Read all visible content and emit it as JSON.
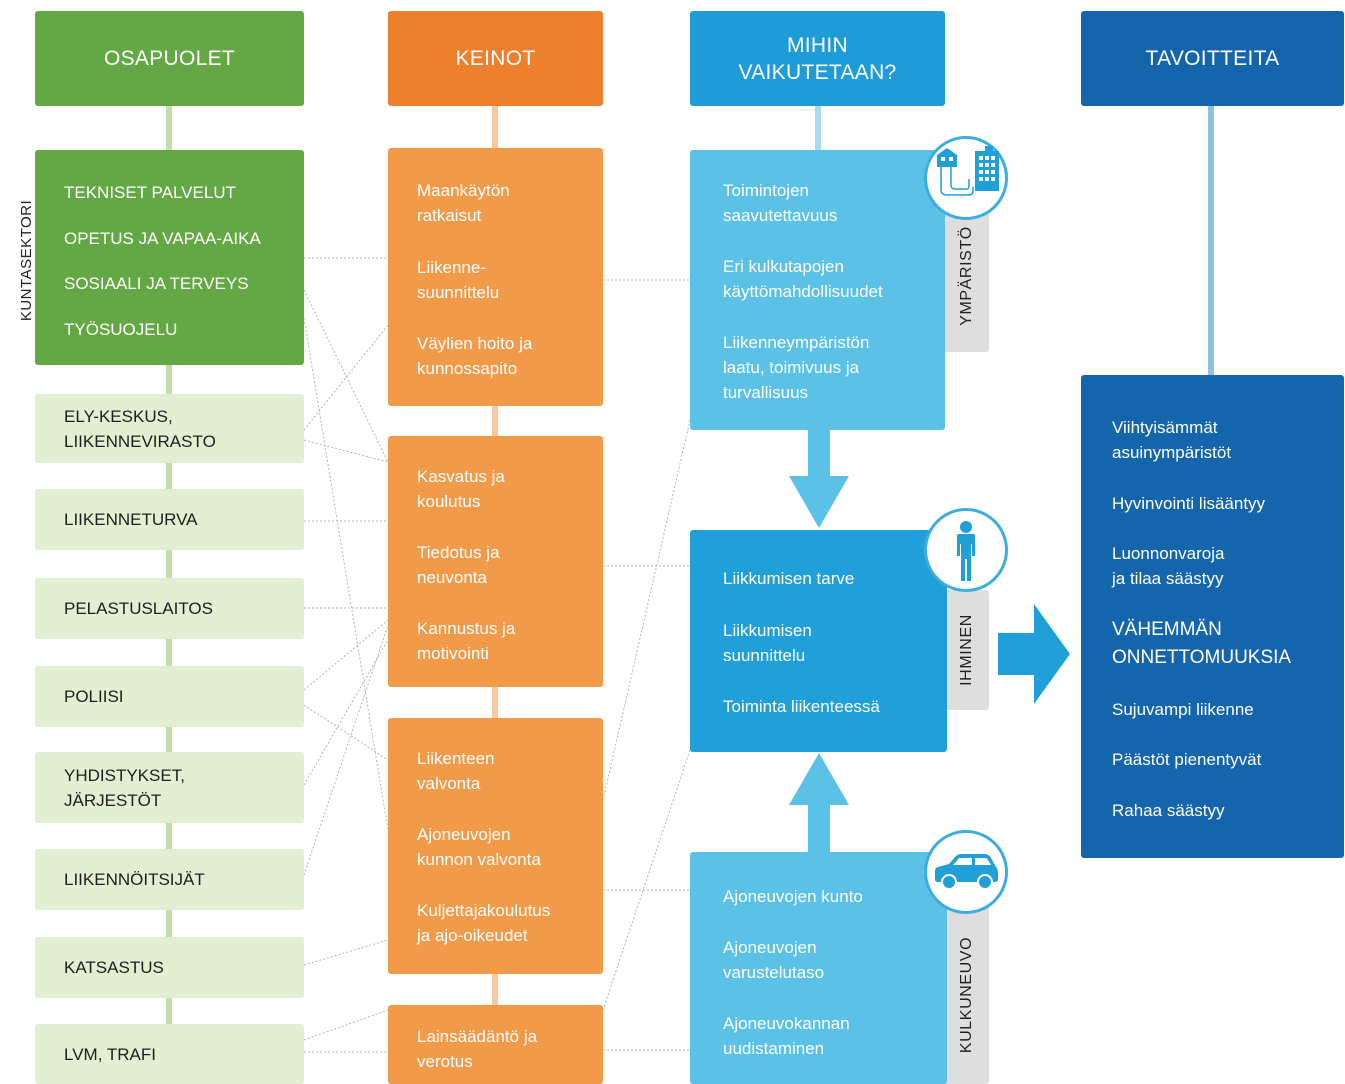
{
  "side_label": "KUNTASEKTORI",
  "headers": {
    "osapuolet": "OSAPUOLET",
    "keinot": "KEINOT",
    "mihin": "MIHIN\nVAIKUTETAAN?",
    "tavoitteita": "TAVOITTEITA"
  },
  "kuntasektori_items": [
    "TEKNISET PALVELUT",
    "OPETUS JA VAPAA-AIKA",
    "SOSIAALI JA TERVEYS",
    "TYÖSUOJELU"
  ],
  "parties": [
    "ELY-KESKUS,\nLIIKENNEVIRASTO",
    "LIIKENNETURVA",
    "PELASTUSLAITOS",
    "POLIISI",
    "YHDISTYKSET,\nJÄRJESTÖT",
    "LIIKENNÖITSIJÄT",
    "KATSASTUS",
    "LVM, TRAFI"
  ],
  "keinot_groups": [
    [
      "Maankäytön\nratkaisut",
      "Liikenne-\nsuunnittelu",
      "Väylien hoito ja\nkunnossapito"
    ],
    [
      "Kasvatus ja\nkoulutus",
      "Tiedotus ja\nneuvonta",
      "Kannustus ja\nmotivointi"
    ],
    [
      "Liikenteen\nvalvonta",
      "Ajoneuvojen\nkunnon valvonta",
      "Kuljettajakoulutus\nja ajo-oikeudet"
    ],
    [
      "Lainsäädäntö ja\nverotus"
    ]
  ],
  "impact_areas": {
    "ymparisto": {
      "label": "YMPÄRISTÖ",
      "icon": "buildings-icon",
      "items": [
        "Toimintojen\nsaavutettavuus",
        "Eri kulkutapojen\nkäyttömahdollisuudet",
        "Liikenneympäristön\nlaatu, toimivuus ja\nturvallisuus"
      ]
    },
    "ihminen": {
      "label": "IHMINEN",
      "icon": "person-icon",
      "items": [
        "Liikkumisen tarve",
        "Liikkumisen\nsuunnittelu",
        "Toiminta liikenteessä"
      ]
    },
    "kulkuneuvo": {
      "label": "KULKUNEUVO",
      "icon": "car-icon",
      "items": [
        "Ajoneuvojen kunto",
        "Ajoneuvojen\nvarustelutaso",
        "Ajoneuvokannan\nuudistaminen"
      ]
    }
  },
  "goals": [
    "Viihtyisämmät\nasuinympäristöt",
    "Hyvinvointi lisääntyy",
    "Luonnonvaroja\nja tilaa säästyy",
    "VÄHEMMÄN\nONNETTOMUUKSIA",
    "Sujuvampi liikenne",
    "Päästöt pienentyvät",
    "Rahaa säästyy"
  ],
  "colors": {
    "green_dark": "#63a845",
    "green_light": "#e3efd3",
    "green_line": "#c4dca9",
    "orange_dark": "#ee7f2d",
    "orange": "#f09a4a",
    "orange_line": "#f6c9a1",
    "blue_header": "#1f9cd7",
    "blue_light": "#5bc1e6",
    "blue_mid": "#219fd8",
    "blue_line": "#a9dcf1",
    "navy": "#1565ac",
    "navy_line": "#8ec0e3",
    "tab_grey": "#dedede"
  }
}
